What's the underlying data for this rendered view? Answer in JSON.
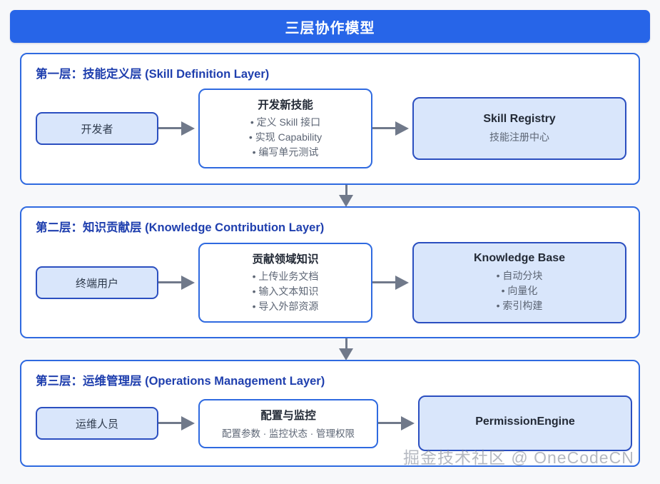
{
  "header": {
    "title": "三层协作模型"
  },
  "colors": {
    "header_bg": "#2765e8",
    "layer_border": "#2f6ae0",
    "layer_title": "#1f3fae",
    "actor_fill": "#d9e6fb",
    "actor_border": "#2b4fc0",
    "component_fill": "#d9e6fb",
    "arrow": "#70798a",
    "page_bg": "#f7f8fa"
  },
  "layers": [
    {
      "title": "第一层：技能定义层 (Skill Definition Layer)",
      "actor": "开发者",
      "action": {
        "title": "开发新技能",
        "items": [
          "• 定义 Skill 接口",
          "• 实现 Capability",
          "• 编写单元测试"
        ]
      },
      "component": {
        "title": "Skill Registry",
        "subtitle": "技能注册中心",
        "items": []
      }
    },
    {
      "title": "第二层：知识贡献层 (Knowledge Contribution Layer)",
      "actor": "终端用户",
      "action": {
        "title": "贡献领域知识",
        "items": [
          "• 上传业务文档",
          "• 输入文本知识",
          "• 导入外部资源"
        ]
      },
      "component": {
        "title": "Knowledge Base",
        "subtitle": "",
        "items": [
          "• 自动分块",
          "• 向量化",
          "• 索引构建"
        ]
      }
    },
    {
      "title": "第三层：运维管理层 (Operations Management Layer)",
      "actor": "运维人员",
      "action": {
        "title": "配置与监控",
        "subtitle": "配置参数 · 监控状态 · 管理权限",
        "items": []
      },
      "component": {
        "title": "PermissionEngine",
        "subtitle": "",
        "items": []
      }
    }
  ],
  "watermark": "掘金技术社区 @ OneCodeCN"
}
